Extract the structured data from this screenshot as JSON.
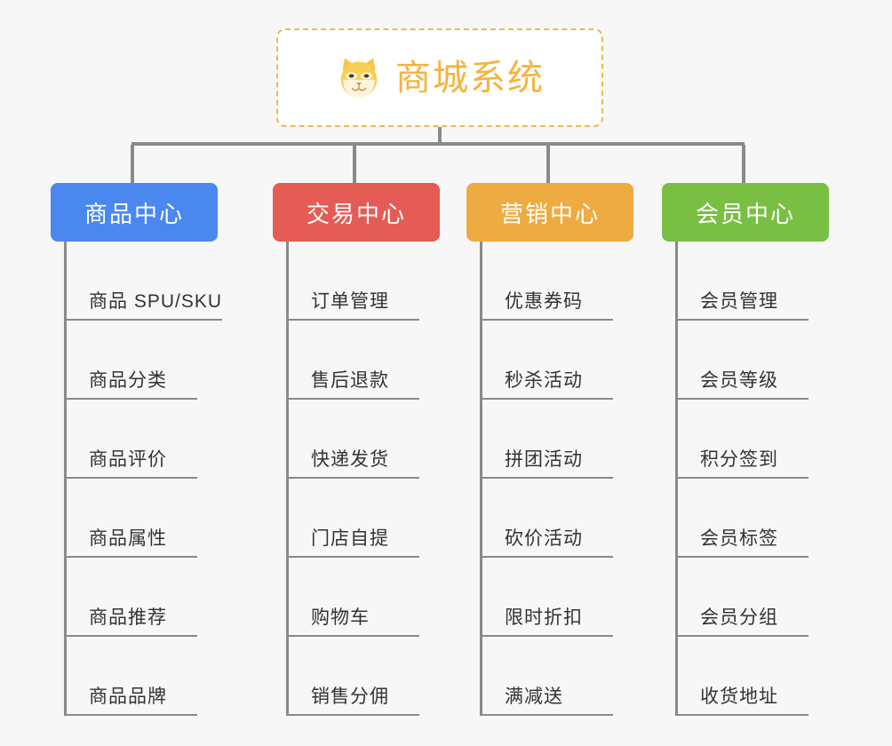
{
  "canvas": {
    "background": "#f7f7f7",
    "connector_color": "#8a8a8a"
  },
  "root": {
    "title": "商城系统",
    "icon": "shiba-dog-face-icon",
    "text_color": "#f4b33e",
    "border_color": "#f0b74a",
    "background": "#ffffff"
  },
  "categories": [
    {
      "label": "商品中心",
      "color": "#4a88f0",
      "items": [
        "商品 SPU/SKU",
        "商品分类",
        "商品评价",
        "商品属性",
        "商品推荐",
        "商品品牌"
      ]
    },
    {
      "label": "交易中心",
      "color": "#e55b55",
      "items": [
        "订单管理",
        "售后退款",
        "快递发货",
        "门店自提",
        "购物车",
        "销售分佣"
      ]
    },
    {
      "label": "营销中心",
      "color": "#eeab42",
      "items": [
        "优惠券码",
        "秒杀活动",
        "拼团活动",
        "砍价活动",
        "限时折扣",
        "满减送"
      ]
    },
    {
      "label": "会员中心",
      "color": "#79bf44",
      "items": [
        "会员管理",
        "会员等级",
        "积分签到",
        "会员标签",
        "会员分组",
        "收货地址"
      ]
    }
  ]
}
